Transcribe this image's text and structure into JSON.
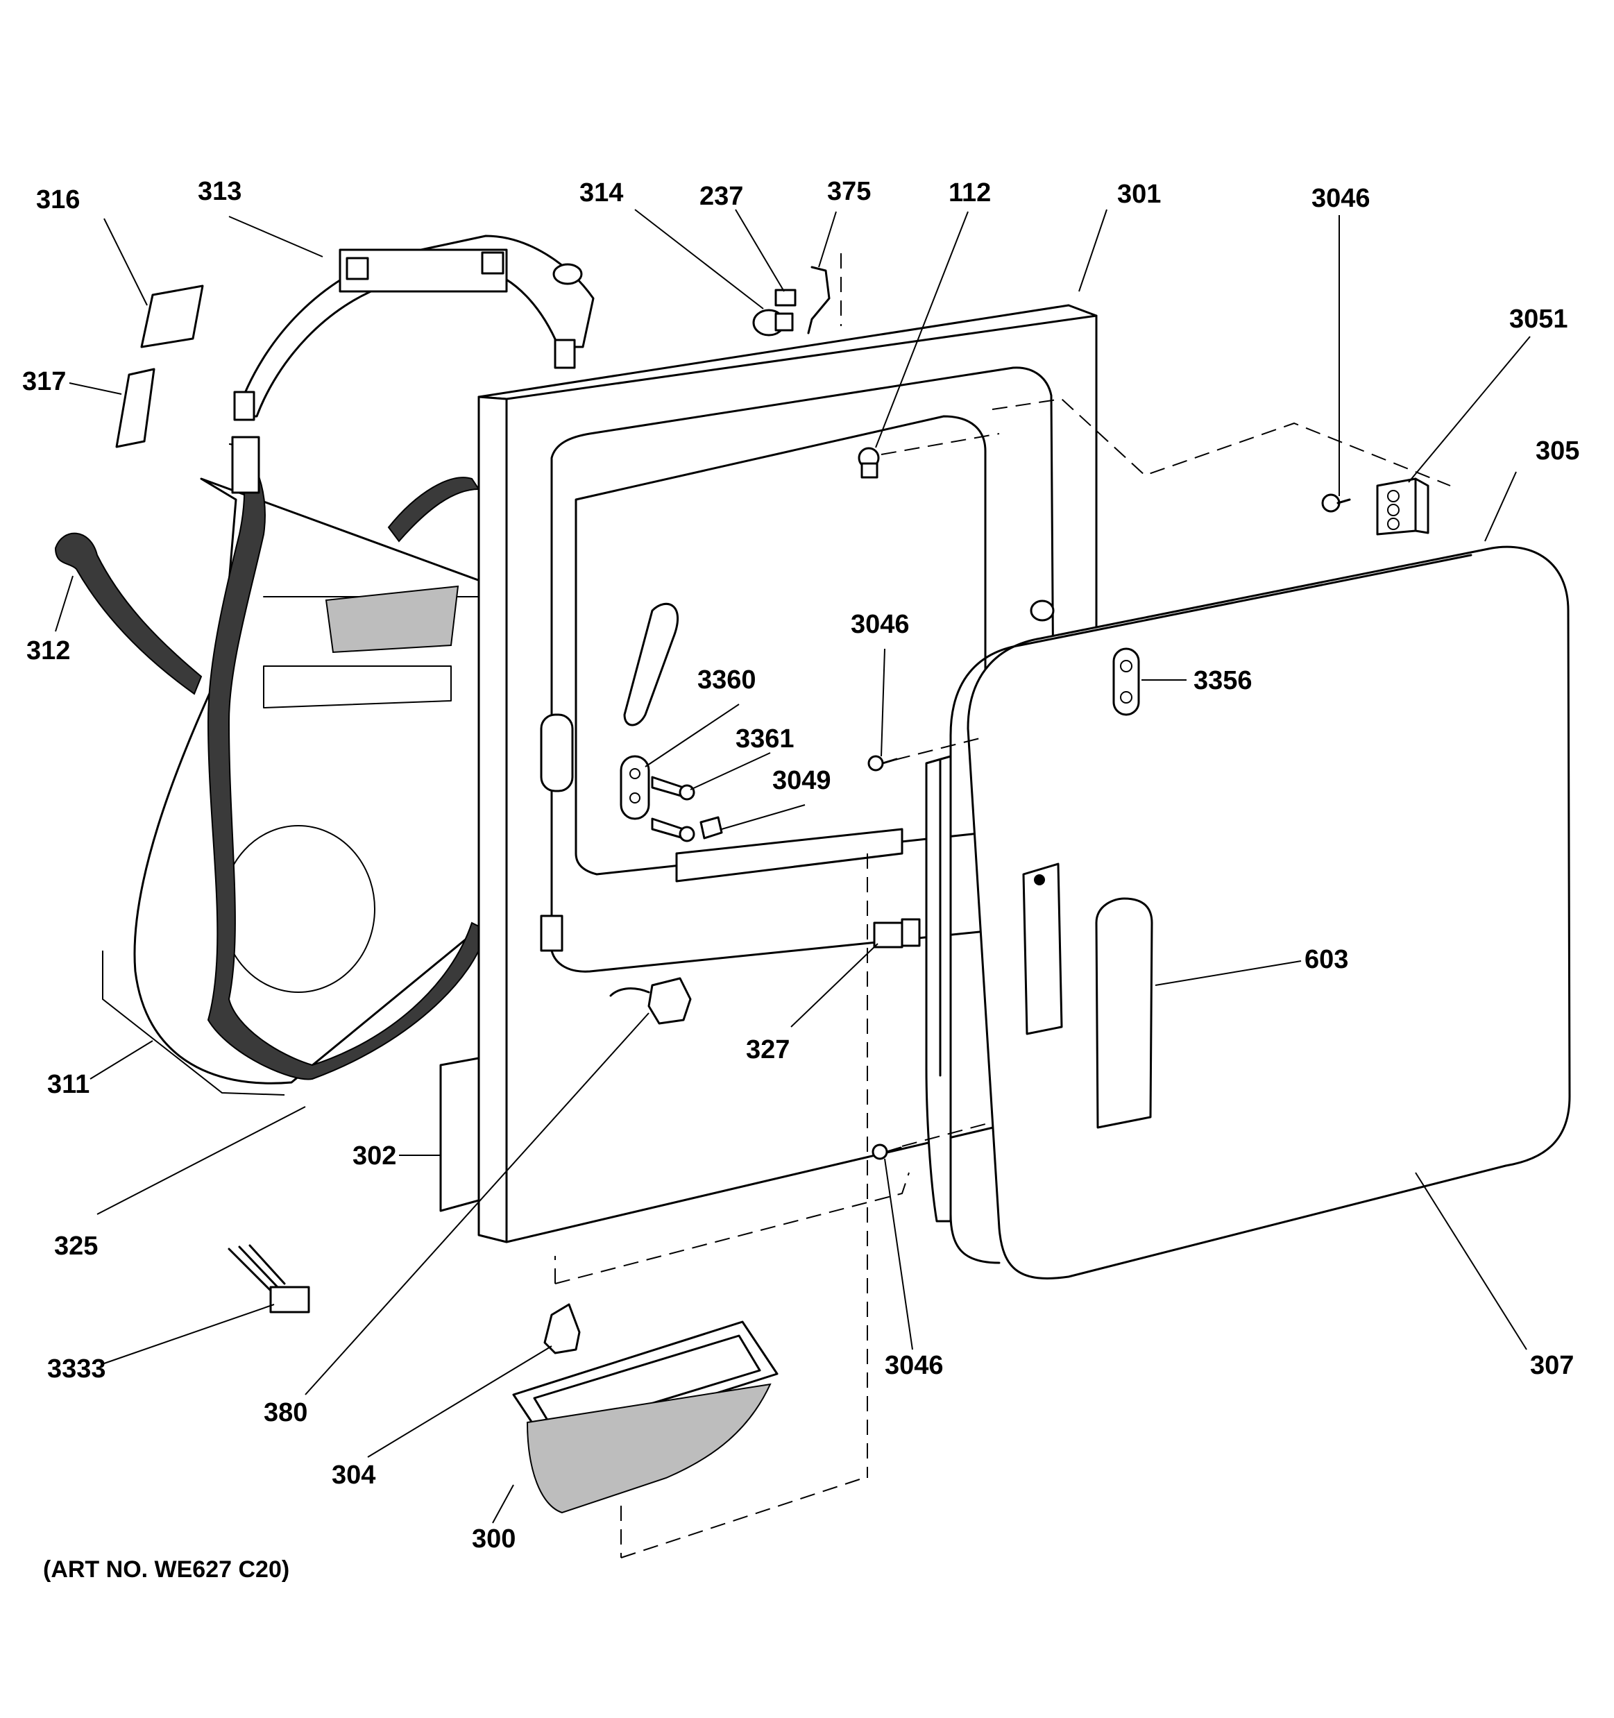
{
  "diagram": {
    "labels": [
      {
        "id": "316",
        "text": "316"
      },
      {
        "id": "313",
        "text": "313"
      },
      {
        "id": "317",
        "text": "317"
      },
      {
        "id": "312",
        "text": "312"
      },
      {
        "id": "311",
        "text": "311"
      },
      {
        "id": "325",
        "text": "325"
      },
      {
        "id": "302",
        "text": "302"
      },
      {
        "id": "3333",
        "text": "3333"
      },
      {
        "id": "380",
        "text": "380"
      },
      {
        "id": "304",
        "text": "304"
      },
      {
        "id": "300",
        "text": "300"
      },
      {
        "id": "314",
        "text": "314"
      },
      {
        "id": "237",
        "text": "237"
      },
      {
        "id": "375",
        "text": "375"
      },
      {
        "id": "112",
        "text": "112"
      },
      {
        "id": "301",
        "text": "301"
      },
      {
        "id": "3046a",
        "text": "3046"
      },
      {
        "id": "3051",
        "text": "3051"
      },
      {
        "id": "305",
        "text": "305"
      },
      {
        "id": "3046b",
        "text": "3046"
      },
      {
        "id": "3360",
        "text": "3360"
      },
      {
        "id": "3361",
        "text": "3361"
      },
      {
        "id": "3049",
        "text": "3049"
      },
      {
        "id": "3356",
        "text": "3356"
      },
      {
        "id": "603",
        "text": "603"
      },
      {
        "id": "327",
        "text": "327"
      },
      {
        "id": "3046c",
        "text": "3046"
      },
      {
        "id": "307",
        "text": "307"
      }
    ],
    "art_number": "(ART NO. WE627 C20)"
  }
}
